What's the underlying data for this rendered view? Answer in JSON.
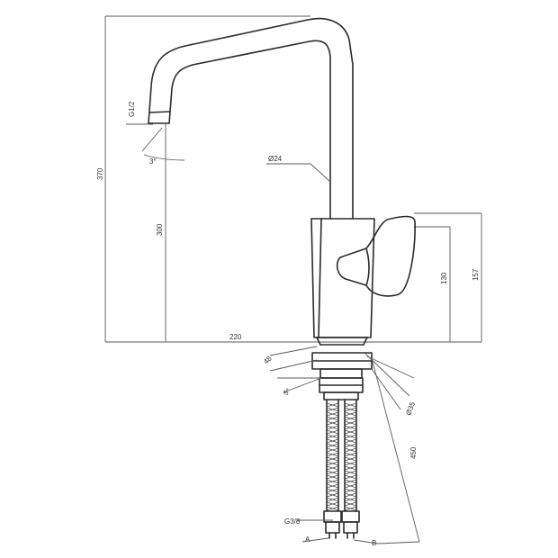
{
  "dimensions": {
    "total_height": "370",
    "spout_height": "300",
    "thread": "G1/2",
    "angle": "3°",
    "spout_diameter": "Ø24",
    "lever_height": "130",
    "body_height": "157",
    "reach": "220",
    "base_diameter": "48",
    "mount_angle": "5°",
    "hole_diameter": "Ø35",
    "hose_length": "450",
    "connection": "G3/8",
    "nut_a": "A",
    "nut_b": "B"
  }
}
